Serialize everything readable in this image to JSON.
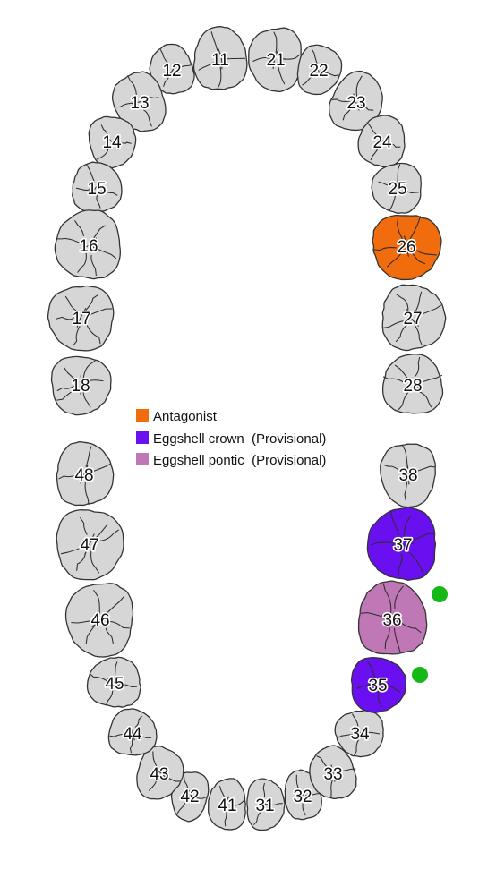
{
  "colors": {
    "tooth_default": "#d6d6d6",
    "outline": "#333333",
    "antagonist": "#f06c0c",
    "eggshell_crown": "#6a10f0",
    "eggshell_pontic": "#bf77b5",
    "marker": "#16b816"
  },
  "legend": [
    {
      "key": "antagonist",
      "label": "Antagonist",
      "color": "#f06c0c"
    },
    {
      "key": "eggshell_crown",
      "label": "Eggshell crown  (Provisional)",
      "color": "#6a10f0"
    },
    {
      "key": "eggshell_pontic",
      "label": "Eggshell pontic  (Provisional)",
      "color": "#bf77b5"
    }
  ],
  "teeth": [
    {
      "number": "11",
      "status": "none"
    },
    {
      "number": "12",
      "status": "none"
    },
    {
      "number": "13",
      "status": "none"
    },
    {
      "number": "14",
      "status": "none"
    },
    {
      "number": "15",
      "status": "none"
    },
    {
      "number": "16",
      "status": "none"
    },
    {
      "number": "17",
      "status": "none"
    },
    {
      "number": "18",
      "status": "none"
    },
    {
      "number": "21",
      "status": "none"
    },
    {
      "number": "22",
      "status": "none"
    },
    {
      "number": "23",
      "status": "none"
    },
    {
      "number": "24",
      "status": "none"
    },
    {
      "number": "25",
      "status": "none"
    },
    {
      "number": "26",
      "status": "antagonist"
    },
    {
      "number": "27",
      "status": "none"
    },
    {
      "number": "28",
      "status": "none"
    },
    {
      "number": "31",
      "status": "none"
    },
    {
      "number": "32",
      "status": "none"
    },
    {
      "number": "33",
      "status": "none"
    },
    {
      "number": "34",
      "status": "none"
    },
    {
      "number": "35",
      "status": "eggshell_crown"
    },
    {
      "number": "36",
      "status": "eggshell_pontic"
    },
    {
      "number": "37",
      "status": "eggshell_crown"
    },
    {
      "number": "38",
      "status": "none"
    },
    {
      "number": "41",
      "status": "none"
    },
    {
      "number": "42",
      "status": "none"
    },
    {
      "number": "43",
      "status": "none"
    },
    {
      "number": "44",
      "status": "none"
    },
    {
      "number": "45",
      "status": "none"
    },
    {
      "number": "46",
      "status": "none"
    },
    {
      "number": "47",
      "status": "none"
    },
    {
      "number": "48",
      "status": "none"
    }
  ],
  "markers": [
    {
      "near_tooth": "36",
      "color": "#16b816"
    },
    {
      "near_tooth": "35",
      "color": "#16b816"
    }
  ]
}
